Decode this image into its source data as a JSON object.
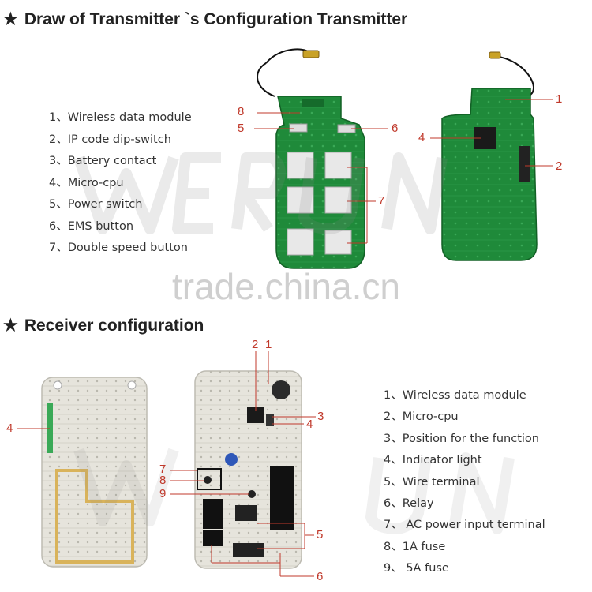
{
  "header1": {
    "star": "★",
    "title": "Draw of  Transmitter  `s Configuration Transmitter"
  },
  "header2": {
    "star": "★",
    "title": "Receiver configuration"
  },
  "transmitter_legend": [
    "1、Wireless data module",
    "2、IP code dip-switch",
    "3、Battery contact",
    "4、Micro-cpu",
    "5、Power switch",
    "6、EMS button",
    "7、Double speed button"
  ],
  "receiver_legend": [
    "1、Wireless data module",
    "2、Micro-cpu",
    "3、Position for the function",
    "4、Indicator light",
    "5、Wire terminal",
    "6、Relay",
    "7、 AC power input terminal",
    "8、1A fuse",
    "9、 5A fuse"
  ],
  "callouts": {
    "tx_front": {
      "c8": "8",
      "c5": "5",
      "c6": "6",
      "c7": "7"
    },
    "tx_back": {
      "c1": "1",
      "c4": "4",
      "c2": "2"
    },
    "rx_left": {
      "c4": "4"
    },
    "rx_right": {
      "c2": "2",
      "c1": "1",
      "c3": "3",
      "c4": "4",
      "c7": "7",
      "c8": "8",
      "c9": "9",
      "c5": "5",
      "c6": "6"
    }
  },
  "watermark": "trade.china.cn",
  "logo_watermark": "WERUN",
  "colors": {
    "pcb_green": "#1f8a3a",
    "pcb_dark": "#156b2b",
    "button_white": "#e8e8e8",
    "callout_red": "#c0392b",
    "receiver_board": "#e6e4dc"
  }
}
